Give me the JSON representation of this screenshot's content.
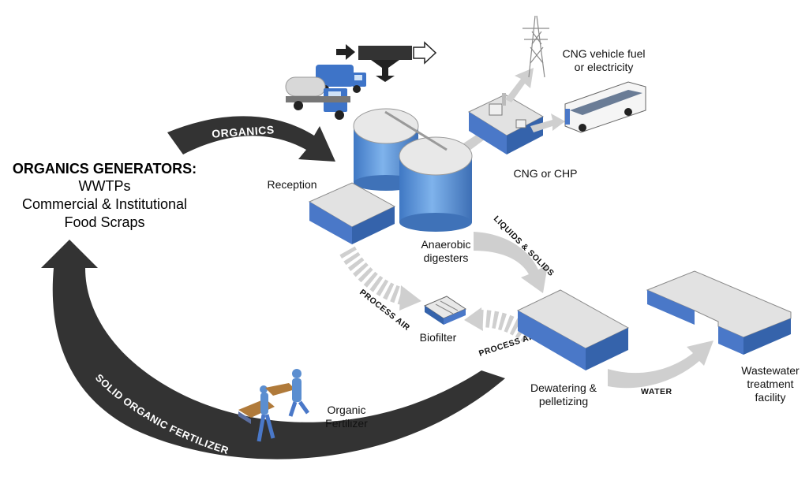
{
  "generators": {
    "title": "ORGANICS GENERATORS:",
    "items": [
      "WWTPs",
      "Commercial & Institutional",
      "Food Scraps"
    ]
  },
  "arrows": {
    "organics": "ORGANICS",
    "solid_fertilizer": "SOLID ORGANIC FERTILIZER",
    "liquids_solids": "LIQUIDS & SOLIDS",
    "process_air_left": "PROCESS AIR",
    "process_air_right": "PROCESS AIR",
    "water": "WATER"
  },
  "labels": {
    "reception": "Reception",
    "anaerobic_1": "Anaerobic",
    "anaerobic_2": "digesters",
    "cng_chp": "CNG or CHP",
    "cng_vehicle_1": "CNG vehicle fuel",
    "cng_vehicle_2": "or electricity",
    "biofilter": "Biofilter",
    "dewatering_1": "Dewatering &",
    "dewatering_2": "pelletizing",
    "wwtp_1": "Wastewater",
    "wwtp_2": "treatment",
    "wwtp_3": "facility",
    "fertilizer_1": "Organic",
    "fertilizer_2": "Fertilizer"
  },
  "colors": {
    "dark_arrow": "#333333",
    "light_arrow": "#cfcfcf",
    "building_blue": "#4a78c8",
    "roof_gray": "#e2e2e2",
    "tank_blue": "#5b95d8"
  }
}
